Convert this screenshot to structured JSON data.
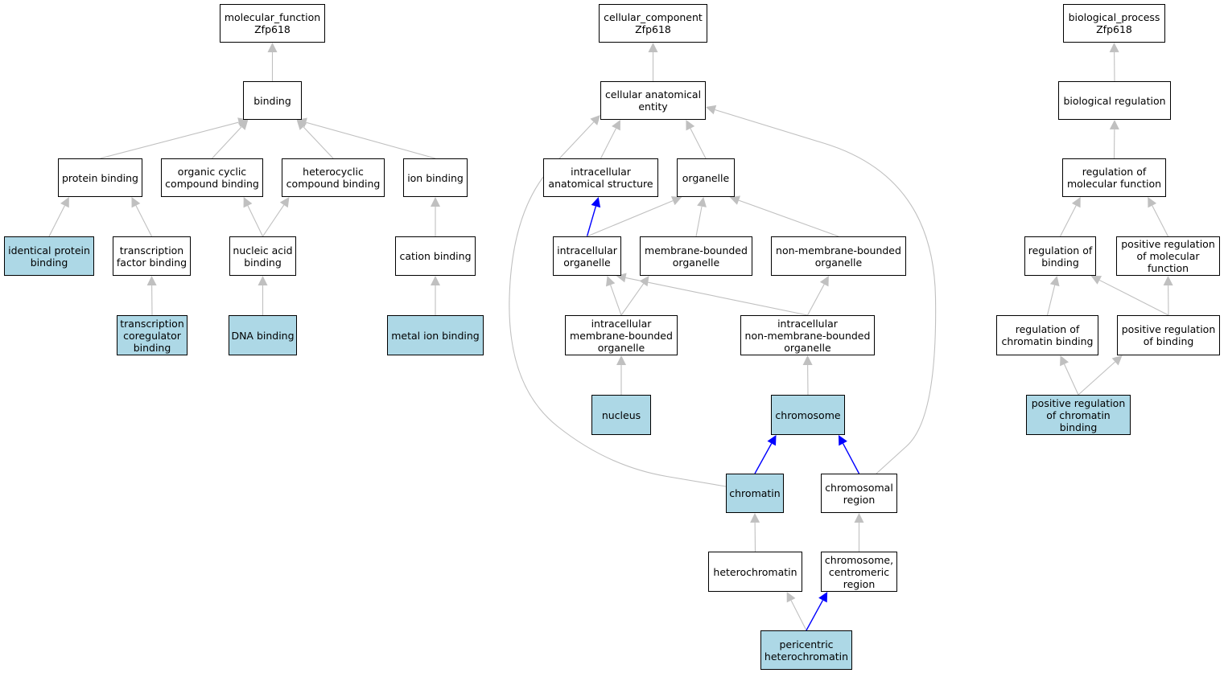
{
  "colors": {
    "highlight_fill": "#add8e6",
    "default_fill": "#ffffff",
    "edge_default": "#c0c0c0",
    "edge_emphasis": "#0000ff"
  },
  "nodes": {
    "mf_root": "molecular_function\nZfp618",
    "binding": "binding",
    "protein_binding": "protein binding",
    "organic_cyclic": "organic cyclic\ncompound binding",
    "heterocyclic": "heterocyclic\ncompound binding",
    "ion_binding": "ion binding",
    "identical_protein": "identical protein\nbinding",
    "tf_binding": "transcription\nfactor binding",
    "nucleic_acid": "nucleic acid\nbinding",
    "cation_binding": "cation binding",
    "tx_coregulator": "transcription\ncoregulator\nbinding",
    "dna_binding": "DNA binding",
    "metal_ion": "metal ion binding",
    "cc_root": "cellular_component\nZfp618",
    "cae": "cellular anatomical\nentity",
    "ias": "intracellular\nanatomical structure",
    "organelle": "organelle",
    "intra_org": "intracellular\norganelle",
    "mbo": "membrane-bounded\norganelle",
    "nmbo": "non-membrane-bounded\norganelle",
    "imbo": "intracellular\nmembrane-bounded\norganelle",
    "inmbo": "intracellular\nnon-membrane-bounded\norganelle",
    "nucleus": "nucleus",
    "chromosome": "chromosome",
    "chromatin": "chromatin",
    "chrom_region": "chromosomal\nregion",
    "heterochromatin": "heterochromatin",
    "centromeric": "chromosome,\ncentromeric\nregion",
    "pericentric": "pericentric\nheterochromatin",
    "bp_root": "biological_process\nZfp618",
    "bio_reg": "biological regulation",
    "reg_mf": "regulation of\nmolecular function",
    "reg_binding": "regulation of\nbinding",
    "pos_reg_mf": "positive regulation\nof molecular\nfunction",
    "reg_chromatin": "regulation of\nchromatin binding",
    "pos_reg_binding": "positive regulation\nof binding",
    "pos_reg_chromatin": "positive regulation\nof chromatin\nbinding"
  },
  "highlighted": [
    "identical_protein",
    "tx_coregulator",
    "dna_binding",
    "metal_ion",
    "nucleus",
    "chromosome",
    "chromatin",
    "pericentric",
    "pos_reg_chromatin"
  ],
  "edges": [
    {
      "from": "binding",
      "to": "mf_root",
      "color": "gray"
    },
    {
      "from": "protein_binding",
      "to": "binding",
      "color": "gray"
    },
    {
      "from": "organic_cyclic",
      "to": "binding",
      "color": "gray"
    },
    {
      "from": "heterocyclic",
      "to": "binding",
      "color": "gray"
    },
    {
      "from": "ion_binding",
      "to": "binding",
      "color": "gray"
    },
    {
      "from": "identical_protein",
      "to": "protein_binding",
      "color": "gray"
    },
    {
      "from": "tf_binding",
      "to": "protein_binding",
      "color": "gray"
    },
    {
      "from": "nucleic_acid",
      "to": "organic_cyclic",
      "color": "gray"
    },
    {
      "from": "nucleic_acid",
      "to": "heterocyclic",
      "color": "gray"
    },
    {
      "from": "cation_binding",
      "to": "ion_binding",
      "color": "gray"
    },
    {
      "from": "tx_coregulator",
      "to": "tf_binding",
      "color": "gray"
    },
    {
      "from": "dna_binding",
      "to": "nucleic_acid",
      "color": "gray"
    },
    {
      "from": "metal_ion",
      "to": "cation_binding",
      "color": "gray"
    },
    {
      "from": "cae",
      "to": "cc_root",
      "color": "gray"
    },
    {
      "from": "ias",
      "to": "cae",
      "color": "gray"
    },
    {
      "from": "organelle",
      "to": "cae",
      "color": "gray"
    },
    {
      "from": "intra_org",
      "to": "ias",
      "color": "blue"
    },
    {
      "from": "intra_org",
      "to": "organelle",
      "color": "gray"
    },
    {
      "from": "mbo",
      "to": "organelle",
      "color": "gray"
    },
    {
      "from": "nmbo",
      "to": "organelle",
      "color": "gray"
    },
    {
      "from": "imbo",
      "to": "intra_org",
      "color": "gray"
    },
    {
      "from": "imbo",
      "to": "mbo",
      "color": "gray"
    },
    {
      "from": "inmbo",
      "to": "intra_org",
      "color": "gray"
    },
    {
      "from": "inmbo",
      "to": "nmbo",
      "color": "gray"
    },
    {
      "from": "nucleus",
      "to": "imbo",
      "color": "gray"
    },
    {
      "from": "chromosome",
      "to": "inmbo",
      "color": "gray"
    },
    {
      "from": "chromatin",
      "to": "chromosome",
      "color": "blue"
    },
    {
      "from": "chromatin",
      "to": "cae",
      "color": "gray"
    },
    {
      "from": "chrom_region",
      "to": "chromosome",
      "color": "blue"
    },
    {
      "from": "chrom_region",
      "to": "cae",
      "color": "gray"
    },
    {
      "from": "heterochromatin",
      "to": "chromatin",
      "color": "gray"
    },
    {
      "from": "centromeric",
      "to": "chrom_region",
      "color": "gray"
    },
    {
      "from": "pericentric",
      "to": "heterochromatin",
      "color": "gray"
    },
    {
      "from": "pericentric",
      "to": "centromeric",
      "color": "blue"
    },
    {
      "from": "bio_reg",
      "to": "bp_root",
      "color": "gray"
    },
    {
      "from": "reg_mf",
      "to": "bio_reg",
      "color": "gray"
    },
    {
      "from": "reg_binding",
      "to": "reg_mf",
      "color": "gray"
    },
    {
      "from": "pos_reg_mf",
      "to": "reg_mf",
      "color": "gray"
    },
    {
      "from": "reg_chromatin",
      "to": "reg_binding",
      "color": "gray"
    },
    {
      "from": "pos_reg_binding",
      "to": "reg_binding",
      "color": "gray"
    },
    {
      "from": "pos_reg_binding",
      "to": "pos_reg_mf",
      "color": "gray"
    },
    {
      "from": "pos_reg_chromatin",
      "to": "reg_chromatin",
      "color": "gray"
    },
    {
      "from": "pos_reg_chromatin",
      "to": "pos_reg_binding",
      "color": "gray"
    }
  ]
}
